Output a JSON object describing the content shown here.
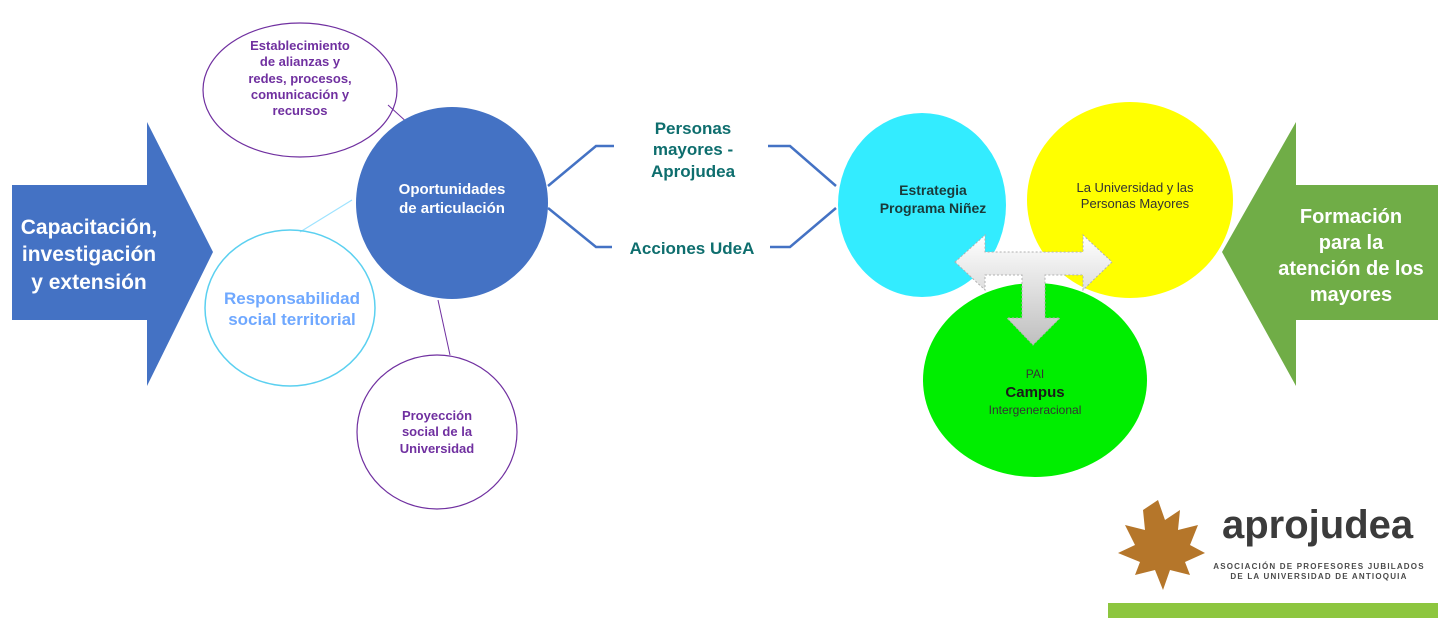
{
  "left_arrow": {
    "label": "Capacitación,\ninvestigación\ny extensión",
    "color": "#4472c4"
  },
  "right_arrow": {
    "label": "Formación\npara la\natención de los\nmayores",
    "color": "#70ad47"
  },
  "hub": {
    "label": "Oportunidades\nde articulación",
    "color": "#4472c4"
  },
  "satellites": {
    "alliances": "Establecimiento\nde alianzas y\nredes, procesos,\ncomunicación y\nrecursos",
    "responsibility": "Responsabilidad\nsocial territorial",
    "projection": "Proyección\nsocial de la\nUniversidad"
  },
  "branches": {
    "top": "Personas\nmayores -\nAprojudea",
    "bottom": "Acciones UdeA"
  },
  "venn": {
    "cyan": "Estrategia\nPrograma Niñez",
    "yellow": "La Universidad y las\nPersonas Mayores",
    "green_line1": "PAI",
    "green_line2": "Campus",
    "green_line3": "Intergeneracional"
  },
  "logo": {
    "brand": "aprojudea",
    "subtitle": "ASOCIACIÓN DE PROFESORES JUBILADOS\nDE LA UNIVERSIDAD DE ANTIOQUIA",
    "accent": "#8dc63f"
  }
}
